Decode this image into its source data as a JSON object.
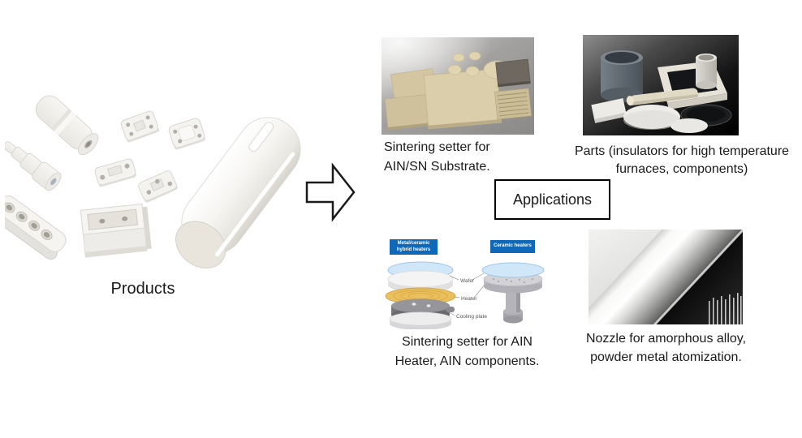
{
  "products": {
    "label": "Products"
  },
  "applications_box": {
    "label": "Applications"
  },
  "apps": {
    "substrate": {
      "caption": [
        "Sintering setter for",
        "AIN/SN Substrate."
      ]
    },
    "parts": {
      "caption": [
        "Parts (insulators for high temperature",
        "furnaces, components)"
      ]
    },
    "heater": {
      "caption": [
        "Sintering setter for AIN",
        "Heater, AIN components."
      ],
      "diagram": {
        "left_box": [
          "Metal/ceramic",
          "hybrid heaters"
        ],
        "right_box": "Ceramic heaters",
        "callouts": {
          "wafer": "Wafer",
          "heater": "Heater",
          "cooling": "Cooling plate"
        }
      }
    },
    "nozzle": {
      "caption": [
        "Nozzle for amorphous alloy,",
        "powder metal atomization."
      ]
    }
  },
  "colors": {
    "label_blue": "#1068b8",
    "wafer_blue": "#cfe7f8",
    "heater_gold": "#eabf5e",
    "setter_tan": "#d7caa5",
    "text_black": "#1a1a1a"
  }
}
